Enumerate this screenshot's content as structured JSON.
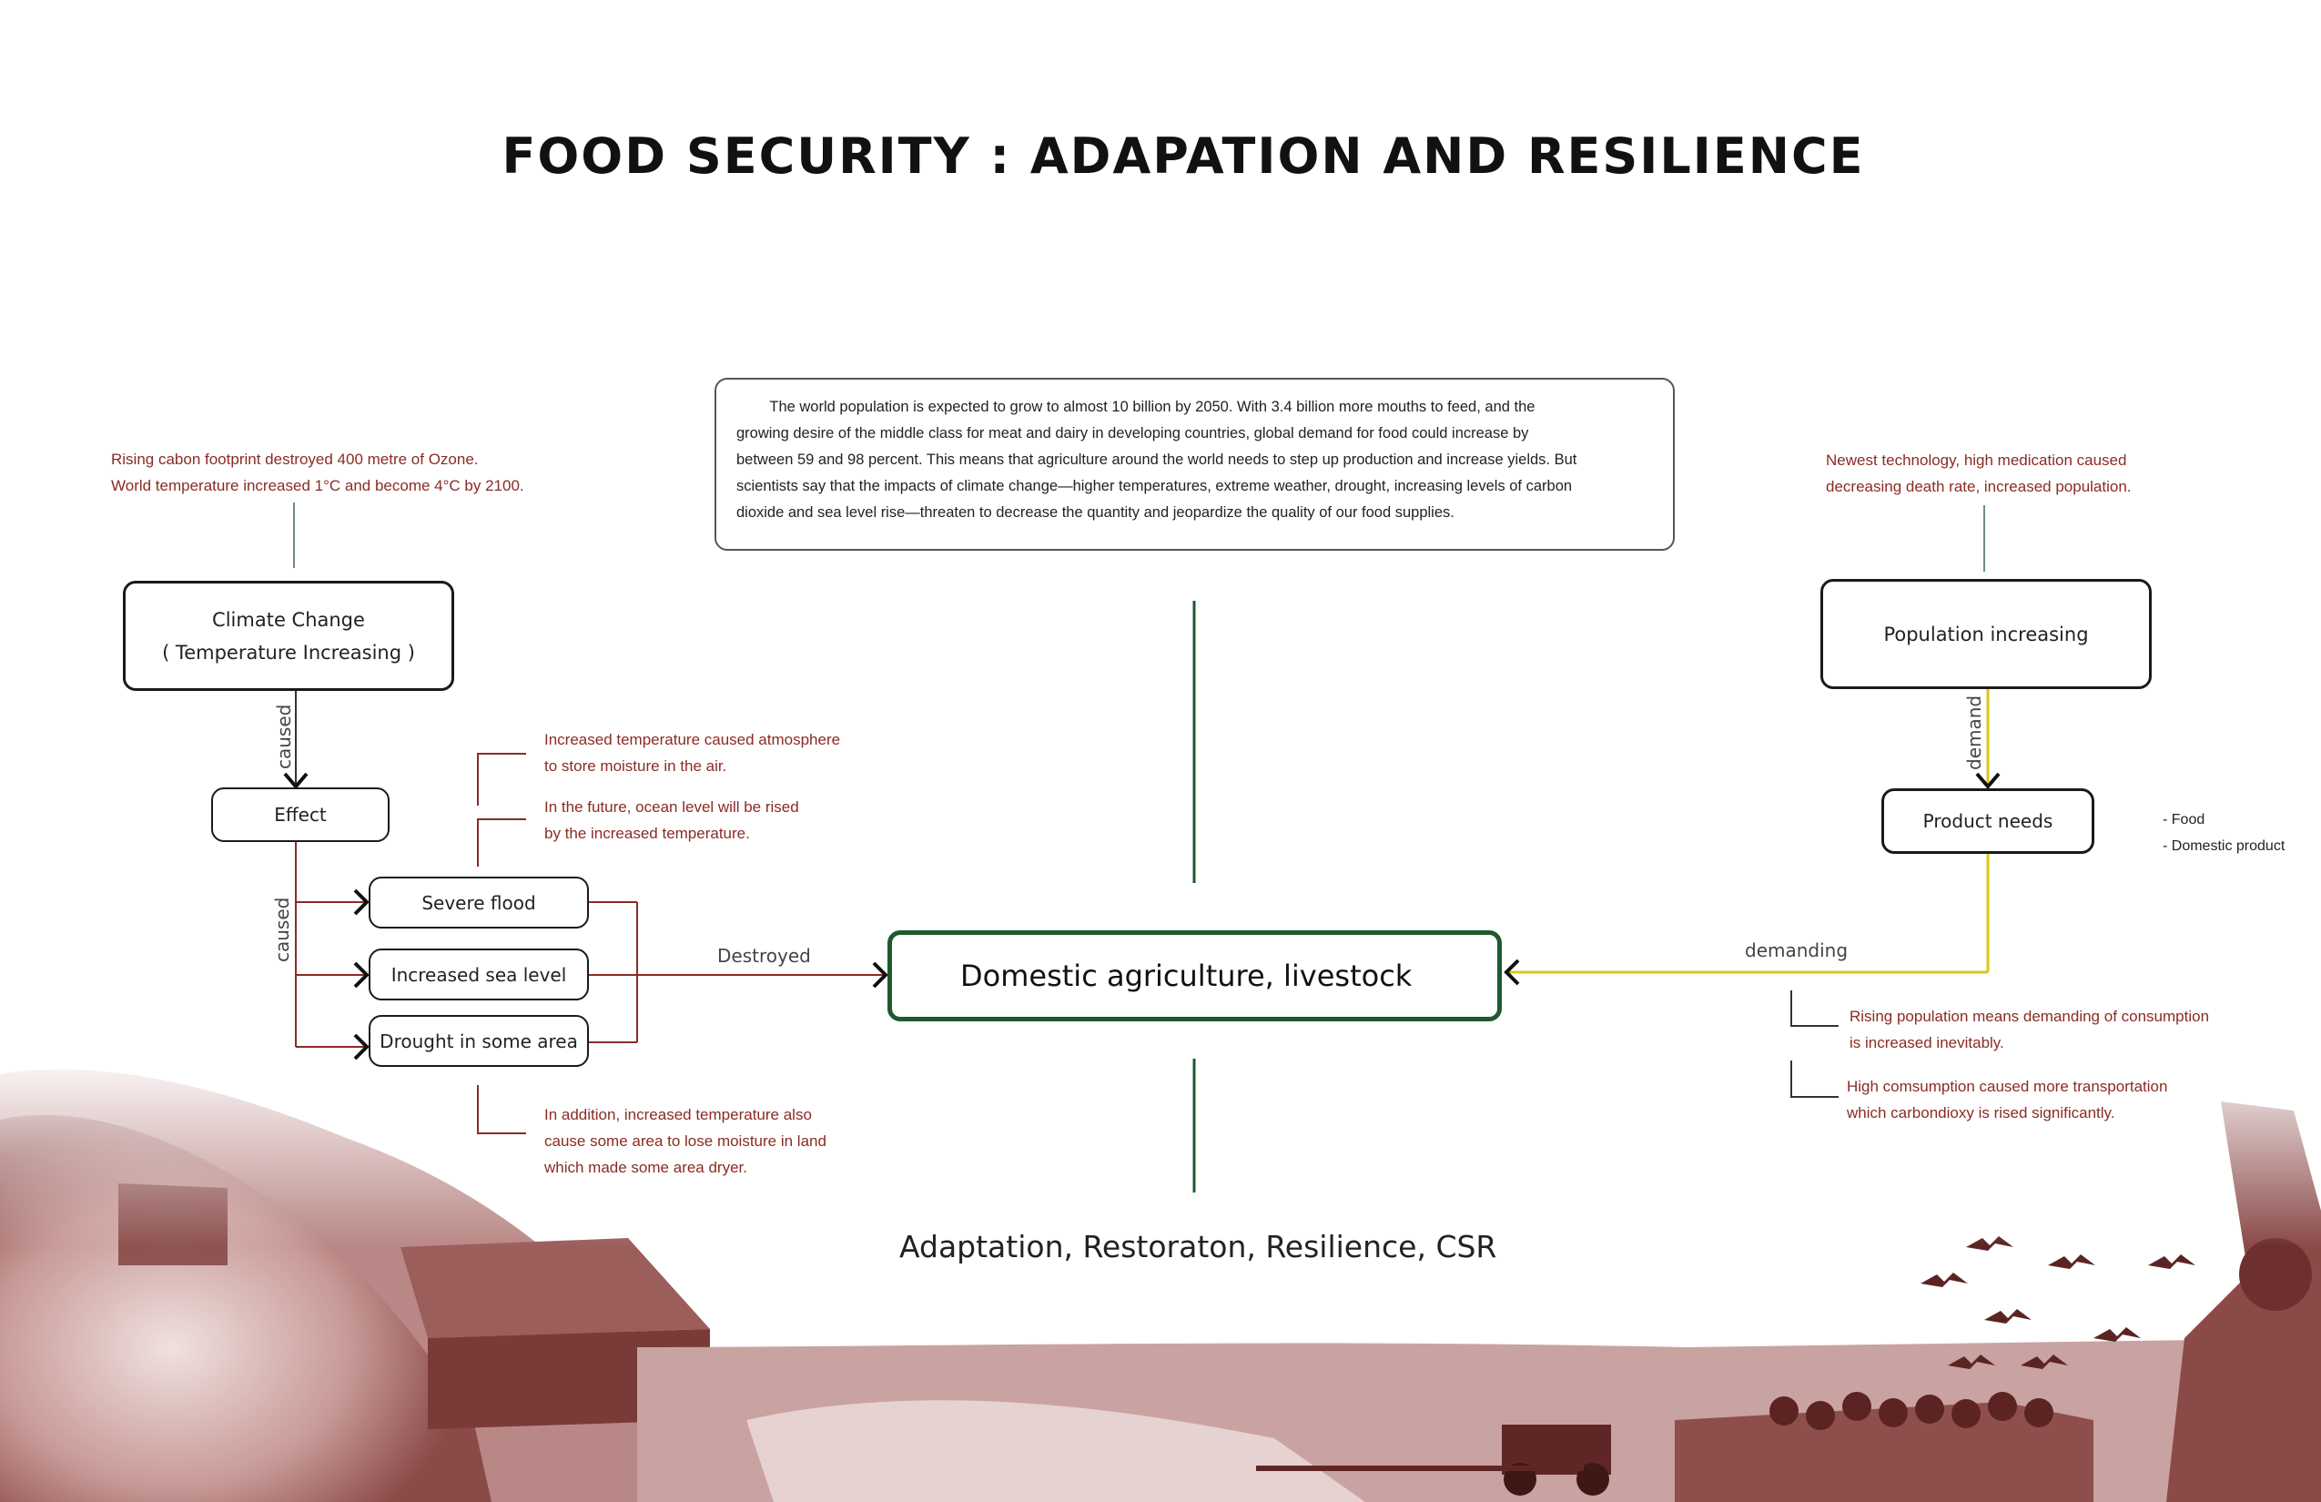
{
  "title": "FOOD SECURITY : ADAPATION AND RESILIENCE",
  "intro_paragraph": [
    "        The world population is expected to grow to almost 10 billion by 2050. With 3.4 billion more mouths to feed, and the",
    "growing desire of the middle class for meat and dairy in developing countries, global demand for food could increase by",
    "between 59 and 98 percent. This means that agriculture around the world needs to step up production and increase yields. But",
    "scientists say that the impacts of climate change—higher temperatures, extreme weather, drought, increasing levels of carbon",
    "dioxide and sea level rise—threaten to decrease the quantity and jeopardize the quality of our food supplies."
  ],
  "left_top_note": [
    "Rising cabon footprint destroyed 400 metre of Ozone.",
    "World temperature increased 1°C and become 4°C by 2100."
  ],
  "climate_box": [
    "Climate Change",
    "( Temperature Increasing )"
  ],
  "effect_box": "Effect",
  "caused_label_1": "caused",
  "caused_label_2": "caused",
  "effects": [
    "Severe flood",
    "Increased sea level",
    "Drought in some area"
  ],
  "note_moisture": [
    "Increased temperature caused atmosphere",
    "to store moisture in the air."
  ],
  "note_ocean": [
    "In the future, ocean level will be rised",
    "by the increased temperature."
  ],
  "note_dryer": [
    "In addition, increased temperature also",
    "cause some area to lose moisture in land",
    "which made some area dryer."
  ],
  "destroyed_label": "Destroyed",
  "central_box": "Domestic agriculture, livestock",
  "bottom_caption": "Adaptation, Restoraton, Resilience, CSR",
  "right_top_note": [
    "Newest technology, high medication caused",
    "decreasing death rate, increased population."
  ],
  "population_box": "Population increasing",
  "demand_label": "demand",
  "product_box": "Product needs",
  "product_list": [
    "- Food",
    "- Domestic product"
  ],
  "demanding_label": "demanding",
  "note_consumption": [
    "Rising population means demanding of consumption",
    "is increased inevitably."
  ],
  "note_transport": [
    "High comsumption caused more transportation",
    "which carbondioxy is rised significantly."
  ],
  "colors": {
    "accent_green": "#1e5a2e",
    "red_lines": "#8b2b24",
    "yellow_line": "#e0c416",
    "note_text": "#8b2b24",
    "photo_tint": "#8a4a48"
  },
  "footer_image": "sepia-photo-collage-flood-village-tractor-children-birds"
}
